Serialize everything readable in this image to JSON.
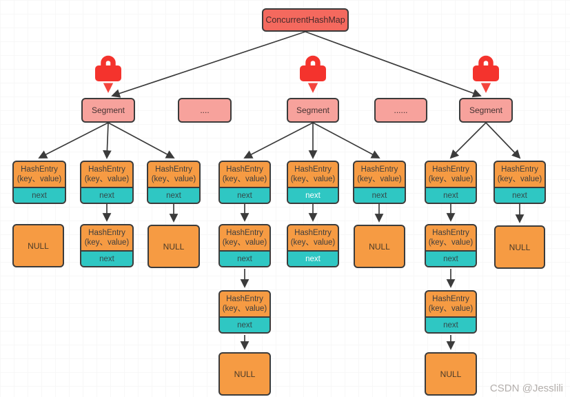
{
  "root": {
    "label": "ConcurrentHashMap"
  },
  "segments": {
    "segment_label": "Segment",
    "dots_short": "....",
    "dots_long": "......"
  },
  "entry": {
    "line1": "HashEntry",
    "line2": "(key、value)",
    "next": "next"
  },
  "null_label": "NULL",
  "watermark": "CSDN @Jesslili",
  "colors": {
    "root_fill": "#f4695e",
    "segment_fill": "#f7a29c",
    "lock_red": "#f4332d",
    "entry_orange": "#f69b43",
    "next_teal": "#2fc7c3",
    "arrow": "#3b3b3b",
    "watermark_gray": "#b3aeab"
  }
}
